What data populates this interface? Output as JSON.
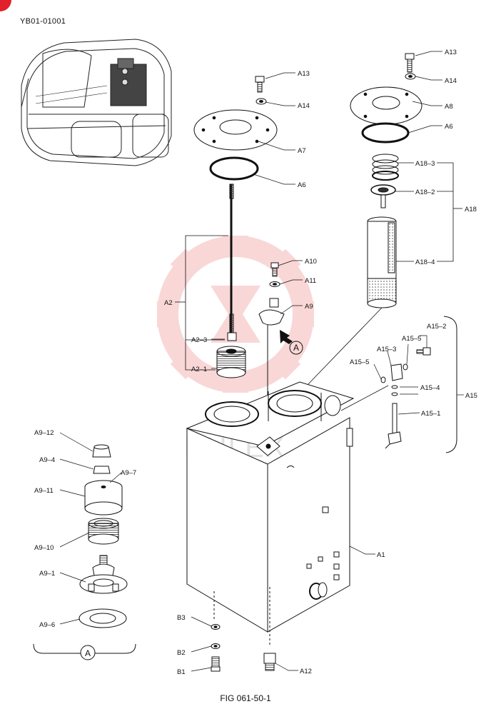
{
  "document_code": "YB01-01001",
  "figure_caption": "FIG 061-50-1",
  "watermark_text": "ИНГЕХ",
  "detail_marker": "A",
  "corner_badge_color": "#e0202a",
  "watermark_color": "#f3b2b2",
  "callouts": {
    "A1": "A1",
    "A2": "A2",
    "A2_1": "A2–1",
    "A2_3": "A2–3",
    "A6_left": "A6",
    "A6_right": "A6",
    "A7": "A7",
    "A8": "A8",
    "A9": "A9",
    "A10": "A10",
    "A11": "A11",
    "A12": "A12",
    "A13_left": "A13",
    "A13_right": "A13",
    "A14_left": "A14",
    "A14_right": "A14",
    "A15": "A15",
    "A15_1": "A15–1",
    "A15_2": "A15–2",
    "A15_3": "A15–3",
    "A15_4": "A15–4",
    "A15_5a": "A15–5",
    "A15_5b": "A15–5",
    "A18": "A18",
    "A18_2": "A18–2",
    "A18_3": "A18–3",
    "A18_4": "A18–4",
    "A9_1": "A9–1",
    "A9_4": "A9–4",
    "A9_6": "A9–6",
    "A9_7": "A9–7",
    "A9_10": "A9–10",
    "A9_11": "A9–11",
    "A9_12": "A9–12",
    "B1": "B1",
    "B2": "B2",
    "B3": "B3"
  }
}
